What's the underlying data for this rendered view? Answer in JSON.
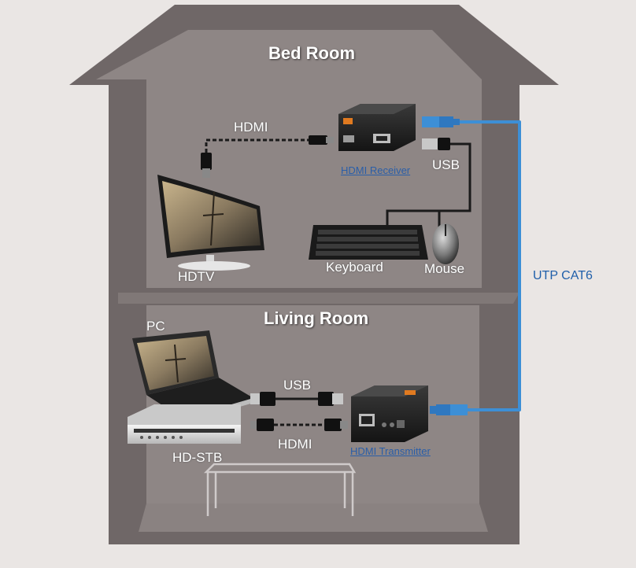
{
  "rooms": {
    "bed_room": "Bed Room",
    "living_room": "Living Room"
  },
  "devices": {
    "hdtv": "HDTV",
    "keyboard": "Keyboard",
    "mouse": "Mouse",
    "pc": "PC",
    "hd_stb": "HD-STB",
    "hdmi_receiver": "HDMI Receiver",
    "hdmi_transmitter": "HDMI Transmitter"
  },
  "cables": {
    "hdmi_top": "HDMI",
    "usb_top": "USB",
    "usb_bottom": "USB",
    "hdmi_bottom": "HDMI",
    "utp": "UTP CAT6"
  },
  "colors": {
    "house_outer": "#6f6767",
    "house_inner": "#8c8483",
    "cable_blue": "#3d8fd6",
    "label_link": "#2a5ea8"
  }
}
